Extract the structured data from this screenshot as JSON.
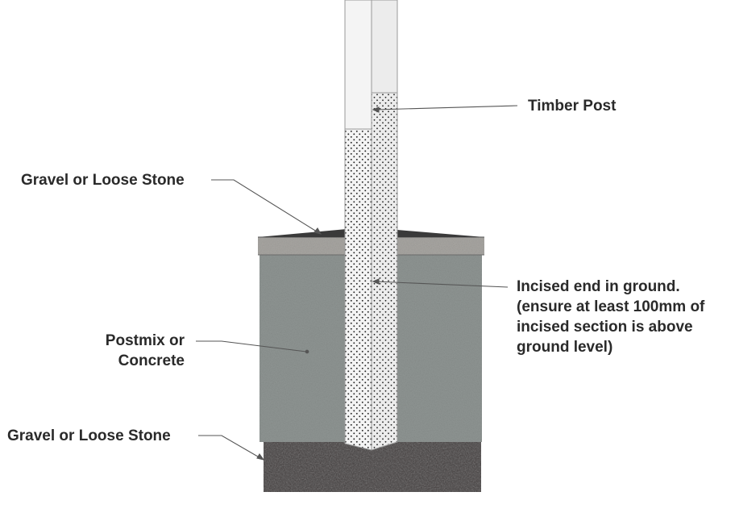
{
  "labels": {
    "timber_post": "Timber Post",
    "gravel_top": "Gravel or Loose Stone",
    "incised": [
      "Incised end in ground.",
      "(ensure at least 100mm of",
      "incised section is above",
      "ground level)"
    ],
    "postmix": [
      "Postmix or",
      "Concrete"
    ],
    "gravel_bottom": "Gravel or Loose Stone"
  },
  "colors": {
    "concrete": "#8f9593",
    "gravel_top": "#a8a6a2",
    "gravel_dark_cap": "#3a3a3a",
    "gravel_bottom": "#3b3535",
    "post_face": "#f2f2f2",
    "post_side": "#e9e9e9",
    "stipple": "#222222",
    "leader": "#555555",
    "text": "#2a2a2a"
  }
}
